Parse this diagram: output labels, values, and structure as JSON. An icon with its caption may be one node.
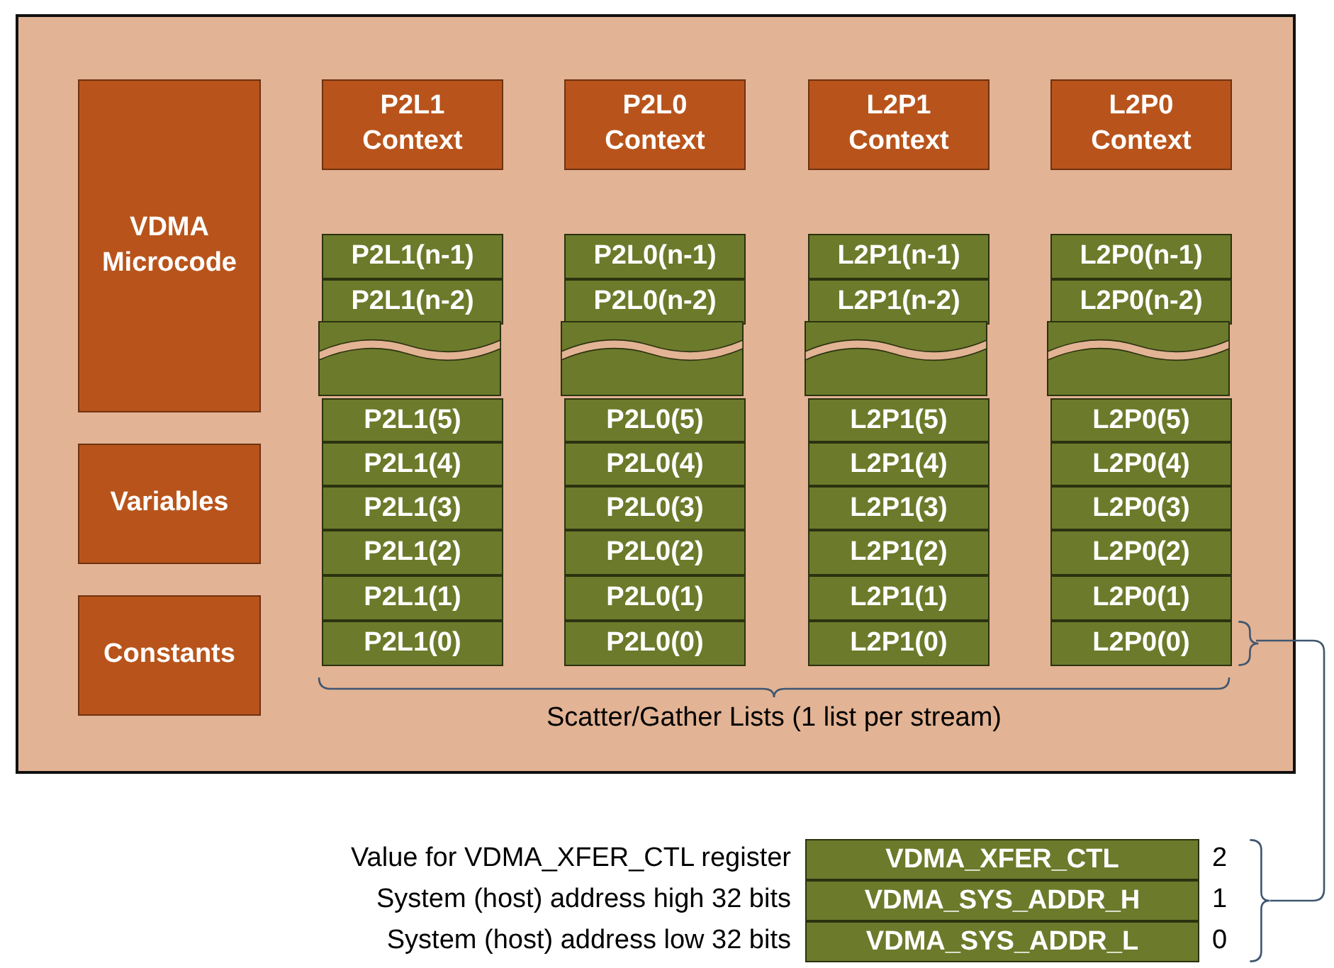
{
  "diagram": {
    "nodes": [
      {
        "text": [],
        "shape": "box"
      },
      {
        "text": [
          "VDMA Microcode"
        ],
        "in": 0
      },
      {
        "text": [
          "Variables"
        ],
        "in": 0
      },
      {
        "text": [
          "Constants"
        ],
        "in": 0
      },
      {
        "text": [
          "P2L1 Context"
        ],
        "in": 0
      },
      {
        "text": [
          "P2L0 Context"
        ],
        "in": 0
      },
      {
        "text": [
          "L2P1 Context"
        ],
        "in": 0
      },
      {
        "text": [
          "L2P0 Context"
        ],
        "in": 0
      },
      {
        "text": [
          "P2L1(n-1)"
        ],
        "in": 0
      },
      {
        "text": [
          "P2L1(n-2)"
        ],
        "in": 0
      },
      {
        "text": [
          "P2L1(5)"
        ],
        "in": 0
      },
      {
        "text": [
          "P2L1(4)"
        ],
        "in": 0
      },
      {
        "text": [
          "P2L1(3)"
        ],
        "in": 0
      },
      {
        "text": [
          "P2L1(2)"
        ],
        "in": 0
      },
      {
        "text": [
          "P2L1(1)"
        ],
        "in": 0
      },
      {
        "text": [
          "P2L1(0)"
        ],
        "in": 0
      },
      {
        "text": [
          "P2L0(n-1)"
        ],
        "in": 0
      },
      {
        "text": [
          "P2L0(n-2)"
        ],
        "in": 0
      },
      {
        "text": [
          "P2L0(5)"
        ],
        "in": 0
      },
      {
        "text": [
          "P2L0(4)"
        ],
        "in": 0
      },
      {
        "text": [
          "P2L0(3)"
        ],
        "in": 0
      },
      {
        "text": [
          "P2L0(2)"
        ],
        "in": 0
      },
      {
        "text": [
          "P2L0(1)"
        ],
        "in": 0
      },
      {
        "text": [
          "P2L0(0)"
        ],
        "in": 0
      },
      {
        "text": [
          "L2P1(n-1)"
        ],
        "in": 0
      },
      {
        "text": [
          "L2P1(n-2)"
        ],
        "in": 0
      },
      {
        "text": [
          "L2P1(5)"
        ],
        "in": 0
      },
      {
        "text": [
          "L2P1(4)"
        ],
        "in": 0
      },
      {
        "text": [
          "L2P1(3)"
        ],
        "in": 0
      },
      {
        "text": [
          "L2P1(2)"
        ],
        "in": 0
      },
      {
        "text": [
          "L2P1(1)"
        ],
        "in": 0
      },
      {
        "text": [
          "L2P1(0)"
        ],
        "in": 0
      },
      {
        "text": [
          "L2P0(n-1)"
        ],
        "in": 0
      },
      {
        "text": [
          "L2P0(n-2)"
        ],
        "in": 0
      },
      {
        "text": [
          "L2P0(5)"
        ],
        "in": 0
      },
      {
        "text": [
          "L2P0(4)"
        ],
        "in": 0
      },
      {
        "text": [
          "L2P0(3)"
        ],
        "in": 0
      },
      {
        "text": [
          "L2P0(2)"
        ],
        "in": 0
      },
      {
        "text": [
          "L2P0(1)"
        ],
        "in": 0
      },
      {
        "text": [
          "L2P0(0)"
        ],
        "in": 0
      },
      {
        "text": [],
        "shape": "bracket",
        "in": 0
      },
      {
        "text": [
          "VDMA_XFER_CTL"
        ],
        "beside": [
          "Value for VDMA_XFER_CTL register",
          "2"
        ]
      },
      {
        "text": [
          "VDMA_SYS_ADDR_H"
        ],
        "beside": [
          "System (host) address high 32 bits",
          "1"
        ]
      },
      {
        "text": [
          "VDMA_SYS_ADDR_L"
        ],
        "beside": [
          "System (host) address low 32 bits",
          "0"
        ]
      },
      {
        "text": [],
        "shape": "bracket"
      }
    ],
    "edges": [
      {
        "from": 40,
        "to": 44,
        "arrow": "none"
      }
    ],
    "labels": [
      "Scatter/Gather Lists (1 list per stream)"
    ]
  }
}
